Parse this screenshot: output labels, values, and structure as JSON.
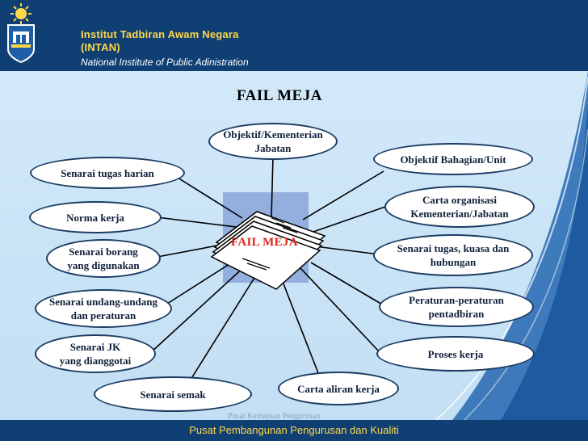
{
  "header": {
    "org_name_line1": "Institut Tadbiran Awam Negara",
    "org_name_line2": "(INTAN)",
    "subtitle": "National Institute of Public Adinistration"
  },
  "diagram": {
    "title": "FAIL MEJA",
    "center_label": "FAIL MEJA",
    "nodes": {
      "objektif_kementerian": "Objektif/Kementerian Jabatan",
      "senarai_tugas_harian": "Senarai tugas harian",
      "norma_kerja": "Norma kerja",
      "senarai_borang": "Senarai borang yang digunakan",
      "senarai_undang": "Senarai undang-undang dan peraturan",
      "senarai_jk": "Senarai JK yang dianggotai",
      "senarai_semak": "Senarai semak",
      "carta_aliran": "Carta aliran kerja",
      "objektif_bahagian": "Objektif Bahagian/Unit",
      "carta_organisasi": "Carta organisasi Kementerian/Jabatan",
      "senarai_tugas_kuasa": "Senarai tugas, kuasa dan hubungan",
      "peraturan_pentadbiran": "Peraturan-peraturan pentadbiran",
      "proses_kerja": "Proses kerja"
    }
  },
  "watermark": "Pusat Kemajuan Pengurusan",
  "footer": {
    "text": "Pusat Pembangunan Pengurusan dan Kualiti"
  },
  "colors": {
    "header_bg": "#0f3f73",
    "header_text": "#ffd84a",
    "center_label": "#e0231e",
    "node_border": "#1b3c63"
  }
}
